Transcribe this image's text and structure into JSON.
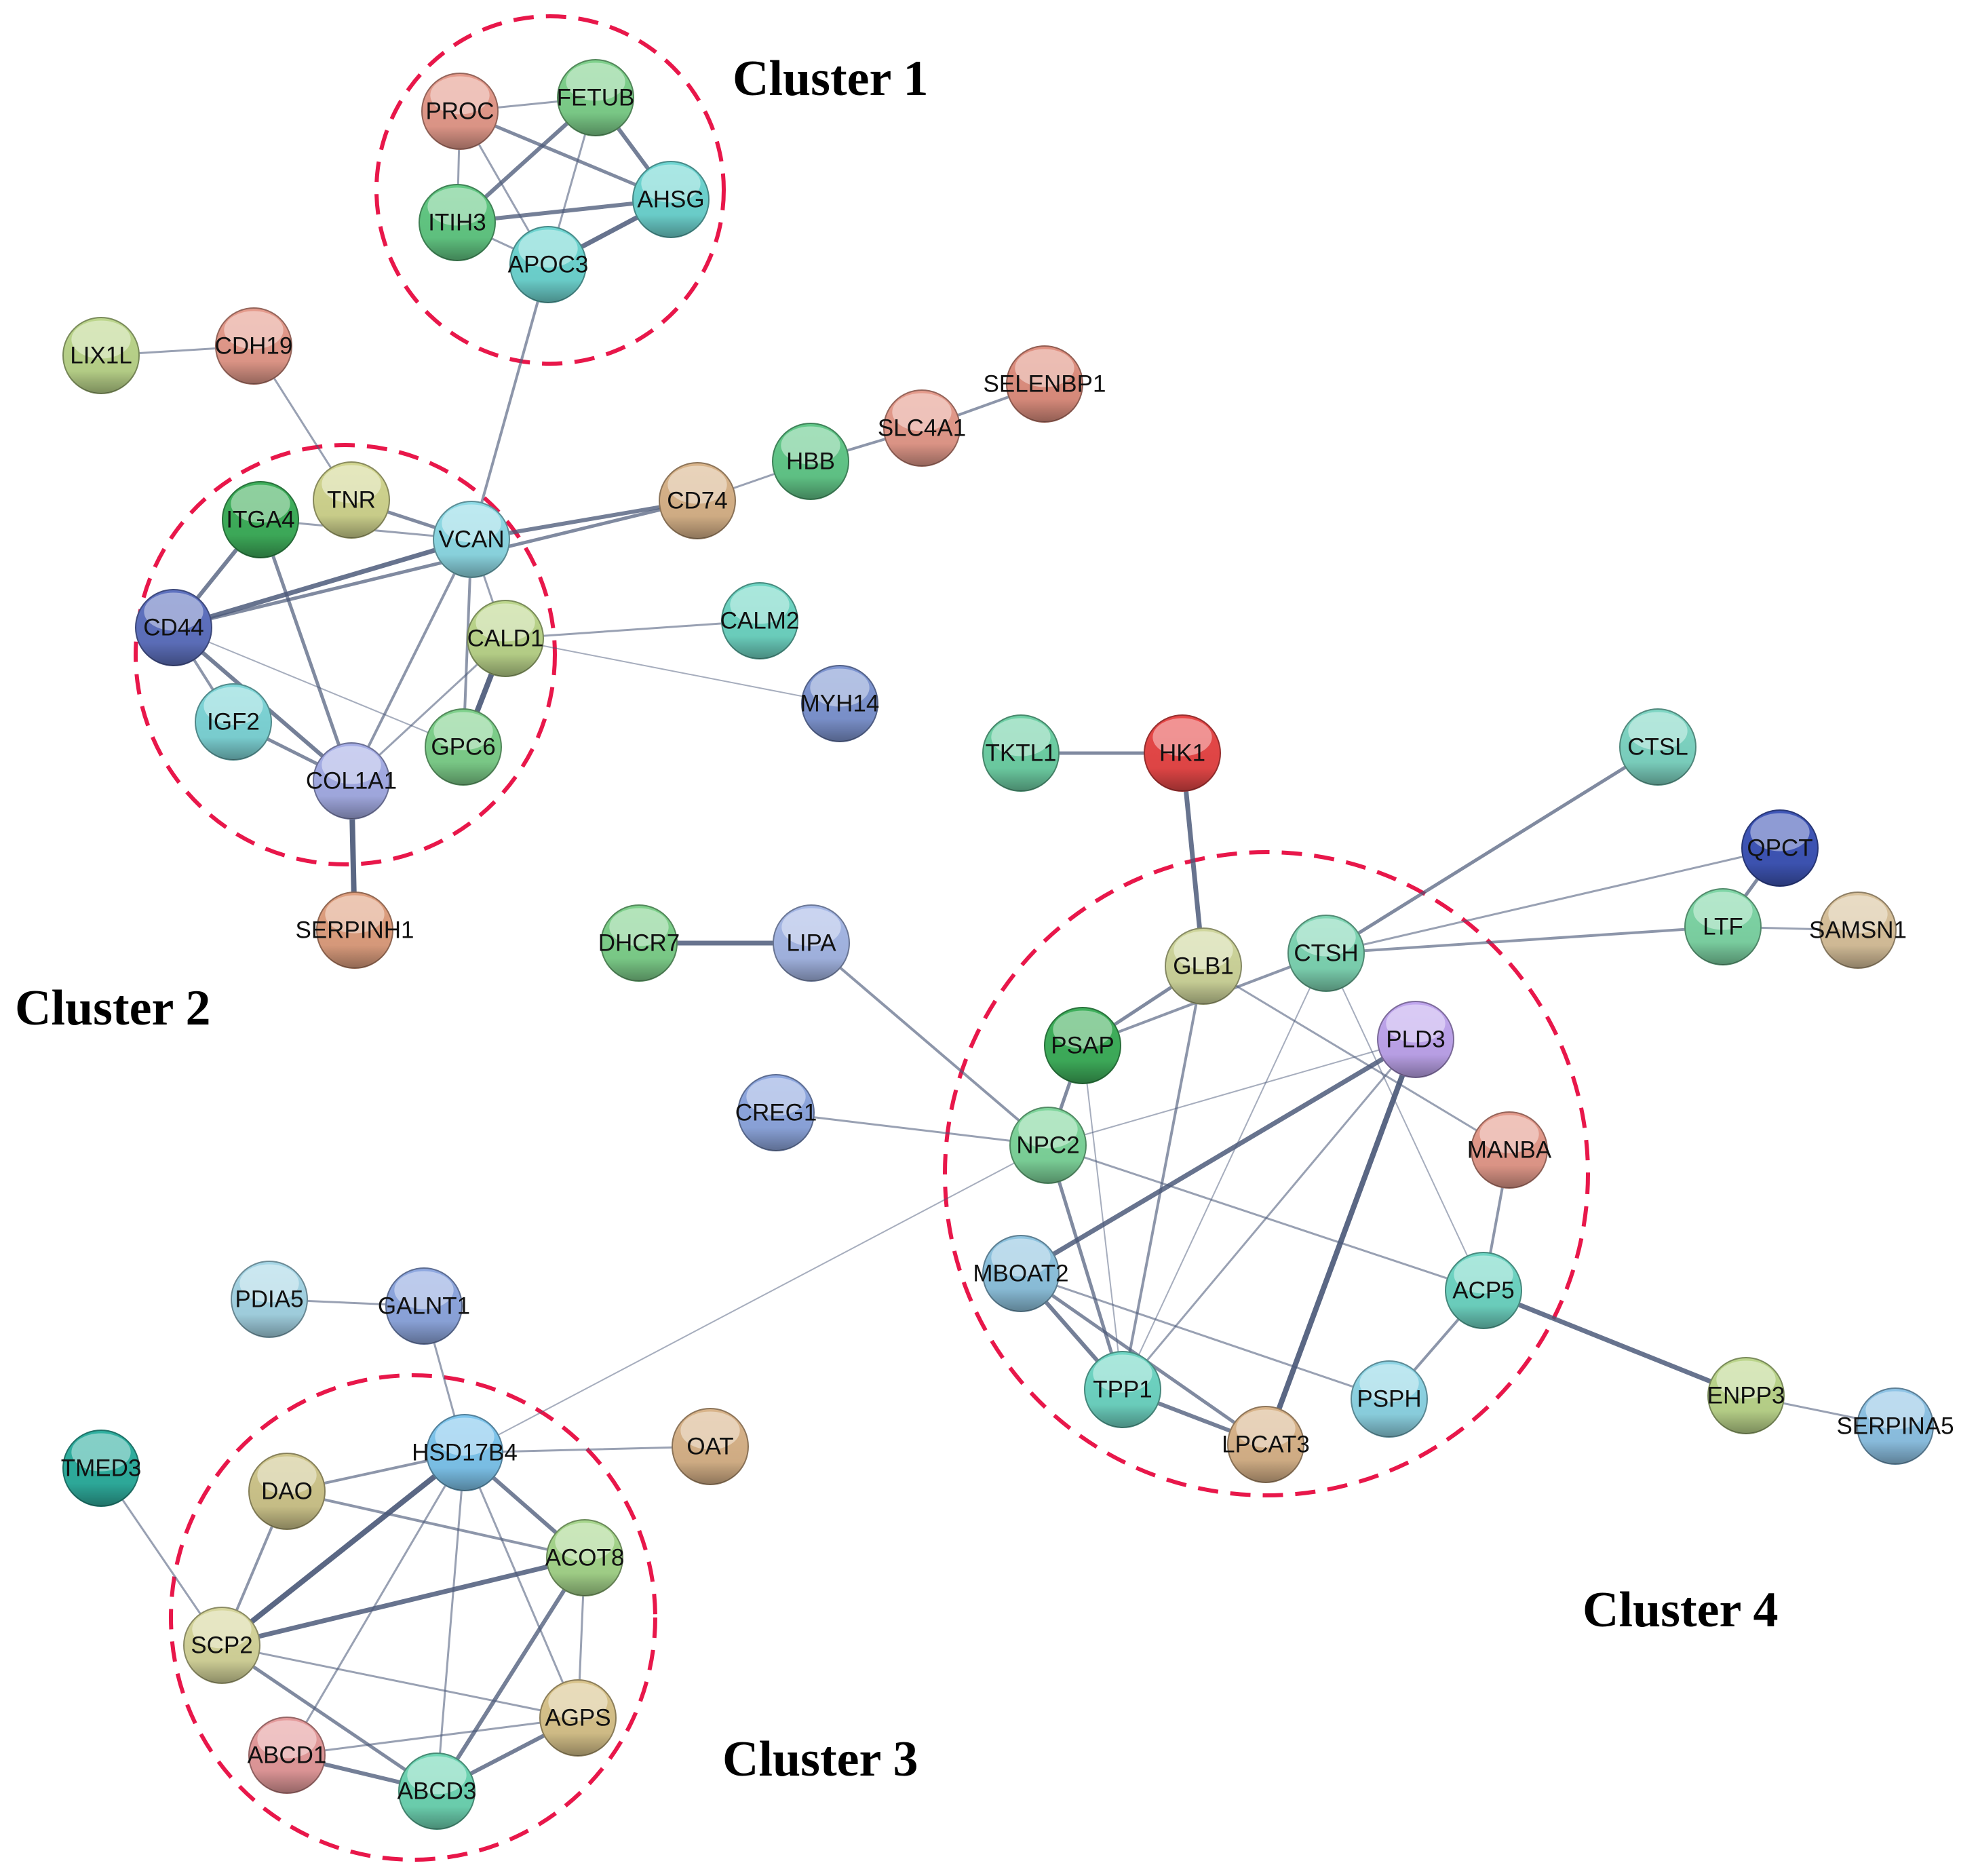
{
  "clusters": [
    {
      "id": "c1",
      "label": "Cluster 1"
    },
    {
      "id": "c2",
      "label": "Cluster 2"
    },
    {
      "id": "c3",
      "label": "Cluster 3"
    },
    {
      "id": "c4",
      "label": "Cluster 4"
    }
  ],
  "nodes": [
    {
      "id": "PROC",
      "label": "PROC",
      "color": "#e59b8c"
    },
    {
      "id": "FETUB",
      "label": "FETUB",
      "color": "#7fd18c"
    },
    {
      "id": "AHSG",
      "label": "AHSG",
      "color": "#6fd6d2"
    },
    {
      "id": "ITIH3",
      "label": "ITIH3",
      "color": "#63c984"
    },
    {
      "id": "APOC3",
      "label": "APOC3",
      "color": "#6fd6d2"
    },
    {
      "id": "LIX1L",
      "label": "LIX1L",
      "color": "#bcd68c"
    },
    {
      "id": "CDH19",
      "label": "CDH19",
      "color": "#e59b8c"
    },
    {
      "id": "SELENBP1",
      "label": "SELENBP1",
      "color": "#e09080"
    },
    {
      "id": "SLC4A1",
      "label": "SLC4A1",
      "color": "#e59b8c"
    },
    {
      "id": "HBB",
      "label": "HBB",
      "color": "#63c98a"
    },
    {
      "id": "CD74",
      "label": "CD74",
      "color": "#d9b48a"
    },
    {
      "id": "TNR",
      "label": "TNR",
      "color": "#d2d690"
    },
    {
      "id": "ITGA4",
      "label": "ITGA4",
      "color": "#3fb05c"
    },
    {
      "id": "VCAN",
      "label": "VCAN",
      "color": "#8fdbe6"
    },
    {
      "id": "CD44",
      "label": "CD44",
      "color": "#5f72c0"
    },
    {
      "id": "CALD1",
      "label": "CALD1",
      "color": "#bcd68c"
    },
    {
      "id": "CALM2",
      "label": "CALM2",
      "color": "#6fd6c4"
    },
    {
      "id": "MYH14",
      "label": "MYH14",
      "color": "#7f96d2"
    },
    {
      "id": "IGF2",
      "label": "IGF2",
      "color": "#7fd6d8"
    },
    {
      "id": "GPC6",
      "label": "GPC6",
      "color": "#7fd18c"
    },
    {
      "id": "COL1A1",
      "label": "COL1A1",
      "color": "#a6aee6"
    },
    {
      "id": "SERPINH1",
      "label": "SERPINH1",
      "color": "#e0a080"
    },
    {
      "id": "TKTL1",
      "label": "TKTL1",
      "color": "#6fd1a6"
    },
    {
      "id": "HK1",
      "label": "HK1",
      "color": "#e84848"
    },
    {
      "id": "CTSL",
      "label": "CTSL",
      "color": "#7fd6c4"
    },
    {
      "id": "QPCT",
      "label": "QPCT",
      "color": "#3f56b8"
    },
    {
      "id": "LTF",
      "label": "LTF",
      "color": "#7fd6a6"
    },
    {
      "id": "SAMSN1",
      "label": "SAMSN1",
      "color": "#d9c29c"
    },
    {
      "id": "DHCR7",
      "label": "DHCR7",
      "color": "#7fd18c"
    },
    {
      "id": "LIPA",
      "label": "LIPA",
      "color": "#a6b8e6"
    },
    {
      "id": "GLB1",
      "label": "GLB1",
      "color": "#cfd69c"
    },
    {
      "id": "CTSH",
      "label": "CTSH",
      "color": "#7fd6b4"
    },
    {
      "id": "PSAP",
      "label": "PSAP",
      "color": "#3fb05c"
    },
    {
      "id": "PLD3",
      "label": "PLD3",
      "color": "#c0a6ee"
    },
    {
      "id": "CREG1",
      "label": "CREG1",
      "color": "#8fa8e0"
    },
    {
      "id": "NPC2",
      "label": "NPC2",
      "color": "#7fd69c"
    },
    {
      "id": "MANBA",
      "label": "MANBA",
      "color": "#e59b8c"
    },
    {
      "id": "MBOAT2",
      "label": "MBOAT2",
      "color": "#8fc4e0"
    },
    {
      "id": "ACP5",
      "label": "ACP5",
      "color": "#6fd6c4"
    },
    {
      "id": "TPP1",
      "label": "TPP1",
      "color": "#6fd6c4"
    },
    {
      "id": "PSPH",
      "label": "PSPH",
      "color": "#8fd6e6"
    },
    {
      "id": "LPCAT3",
      "label": "LPCAT3",
      "color": "#d9b48a"
    },
    {
      "id": "ENPP3",
      "label": "ENPP3",
      "color": "#bcd68c"
    },
    {
      "id": "SERPINA5",
      "label": "SERPINA5",
      "color": "#8fc4e6"
    },
    {
      "id": "PDIA5",
      "label": "PDIA5",
      "color": "#a6d6e6"
    },
    {
      "id": "GALNT1",
      "label": "GALNT1",
      "color": "#8fa8e0"
    },
    {
      "id": "TMED3",
      "label": "TMED3",
      "color": "#2fb0a0"
    },
    {
      "id": "HSD17B4",
      "label": "HSD17B4",
      "color": "#7fc6ee"
    },
    {
      "id": "OAT",
      "label": "OAT",
      "color": "#d9b48a"
    },
    {
      "id": "DAO",
      "label": "DAO",
      "color": "#cfc68c"
    },
    {
      "id": "ACOT8",
      "label": "ACOT8",
      "color": "#a6d68c"
    },
    {
      "id": "SCP2",
      "label": "SCP2",
      "color": "#d6d69c"
    },
    {
      "id": "AGPS",
      "label": "AGPS",
      "color": "#d9c48c"
    },
    {
      "id": "ABCD1",
      "label": "ABCD1",
      "color": "#e59b9c"
    },
    {
      "id": "ABCD3",
      "label": "ABCD3",
      "color": "#6fd6b4"
    }
  ],
  "edges": [
    {
      "s": "PROC",
      "t": "FETUB",
      "w": 3
    },
    {
      "s": "PROC",
      "t": "AHSG",
      "w": 5
    },
    {
      "s": "PROC",
      "t": "ITIH3",
      "w": 3
    },
    {
      "s": "PROC",
      "t": "APOC3",
      "w": 3
    },
    {
      "s": "FETUB",
      "t": "AHSG",
      "w": 6
    },
    {
      "s": "FETUB",
      "t": "ITIH3",
      "w": 6
    },
    {
      "s": "FETUB",
      "t": "APOC3",
      "w": 3
    },
    {
      "s": "ITIH3",
      "t": "AHSG",
      "w": 6
    },
    {
      "s": "ITIH3",
      "t": "APOC3",
      "w": 3
    },
    {
      "s": "AHSG",
      "t": "APOC3",
      "w": 7
    },
    {
      "s": "APOC3",
      "t": "VCAN",
      "w": 4
    },
    {
      "s": "LIX1L",
      "t": "CDH19",
      "w": 3
    },
    {
      "s": "CDH19",
      "t": "TNR",
      "w": 3
    },
    {
      "s": "SELENBP1",
      "t": "SLC4A1",
      "w": 4
    },
    {
      "s": "SLC4A1",
      "t": "HBB",
      "w": 4
    },
    {
      "s": "HBB",
      "t": "CD74",
      "w": 3
    },
    {
      "s": "CD74",
      "t": "VCAN",
      "w": 6
    },
    {
      "s": "CD74",
      "t": "CD44",
      "w": 5
    },
    {
      "s": "TNR",
      "t": "VCAN",
      "w": 5
    },
    {
      "s": "ITGA4",
      "t": "CD44",
      "w": 6
    },
    {
      "s": "ITGA4",
      "t": "VCAN",
      "w": 3
    },
    {
      "s": "ITGA4",
      "t": "COL1A1",
      "w": 5
    },
    {
      "s": "CD44",
      "t": "VCAN",
      "w": 7
    },
    {
      "s": "CD44",
      "t": "IGF2",
      "w": 4
    },
    {
      "s": "CD44",
      "t": "COL1A1",
      "w": 6
    },
    {
      "s": "CD44",
      "t": "GPC6",
      "w": 2
    },
    {
      "s": "VCAN",
      "t": "CALD1",
      "w": 3
    },
    {
      "s": "VCAN",
      "t": "GPC6",
      "w": 4
    },
    {
      "s": "VCAN",
      "t": "COL1A1",
      "w": 4
    },
    {
      "s": "CALD1",
      "t": "GPC6",
      "w": 8
    },
    {
      "s": "CALD1",
      "t": "COL1A1",
      "w": 3
    },
    {
      "s": "CALD1",
      "t": "CALM2",
      "w": 3
    },
    {
      "s": "CALD1",
      "t": "MYH14",
      "w": 2
    },
    {
      "s": "IGF2",
      "t": "COL1A1",
      "w": 5
    },
    {
      "s": "COL1A1",
      "t": "SERPINH1",
      "w": 8
    },
    {
      "s": "TKTL1",
      "t": "HK1",
      "w": 5
    },
    {
      "s": "HK1",
      "t": "GLB1",
      "w": 7
    },
    {
      "s": "CTSH",
      "t": "CTSL",
      "w": 5
    },
    {
      "s": "CTSH",
      "t": "QPCT",
      "w": 3
    },
    {
      "s": "CTSH",
      "t": "LTF",
      "w": 4
    },
    {
      "s": "QPCT",
      "t": "LTF",
      "w": 5
    },
    {
      "s": "LTF",
      "t": "SAMSN1",
      "w": 3
    },
    {
      "s": "DHCR7",
      "t": "LIPA",
      "w": 7
    },
    {
      "s": "LIPA",
      "t": "NPC2",
      "w": 4
    },
    {
      "s": "CREG1",
      "t": "NPC2",
      "w": 3
    },
    {
      "s": "GLB1",
      "t": "PSAP",
      "w": 5
    },
    {
      "s": "GLB1",
      "t": "MANBA",
      "w": 3
    },
    {
      "s": "GLB1",
      "t": "TPP1",
      "w": 4
    },
    {
      "s": "CTSH",
      "t": "PSAP",
      "w": 4
    },
    {
      "s": "CTSH",
      "t": "TPP1",
      "w": 2
    },
    {
      "s": "CTSH",
      "t": "ACP5",
      "w": 2
    },
    {
      "s": "PSAP",
      "t": "NPC2",
      "w": 5
    },
    {
      "s": "PSAP",
      "t": "TPP1",
      "w": 2
    },
    {
      "s": "PLD3",
      "t": "NPC2",
      "w": 2
    },
    {
      "s": "PLD3",
      "t": "MBOAT2",
      "w": 7
    },
    {
      "s": "PLD3",
      "t": "LPCAT3",
      "w": 8
    },
    {
      "s": "PLD3",
      "t": "TPP1",
      "w": 3
    },
    {
      "s": "NPC2",
      "t": "TPP1",
      "w": 5
    },
    {
      "s": "NPC2",
      "t": "ACP5",
      "w": 3
    },
    {
      "s": "NPC2",
      "t": "HSD17B4",
      "w": 2
    },
    {
      "s": "MANBA",
      "t": "ACP5",
      "w": 4
    },
    {
      "s": "MBOAT2",
      "t": "TPP1",
      "w": 6
    },
    {
      "s": "MBOAT2",
      "t": "LPCAT3",
      "w": 5
    },
    {
      "s": "MBOAT2",
      "t": "PSPH",
      "w": 3
    },
    {
      "s": "ACP5",
      "t": "PSPH",
      "w": 4
    },
    {
      "s": "ACP5",
      "t": "ENPP3",
      "w": 7
    },
    {
      "s": "TPP1",
      "t": "LPCAT3",
      "w": 6
    },
    {
      "s": "ENPP3",
      "t": "SERPINA5",
      "w": 3
    },
    {
      "s": "PDIA5",
      "t": "GALNT1",
      "w": 3
    },
    {
      "s": "GALNT1",
      "t": "HSD17B4",
      "w": 3
    },
    {
      "s": "TMED3",
      "t": "SCP2",
      "w": 3
    },
    {
      "s": "HSD17B4",
      "t": "OAT",
      "w": 3
    },
    {
      "s": "HSD17B4",
      "t": "DAO",
      "w": 4
    },
    {
      "s": "HSD17B4",
      "t": "ACOT8",
      "w": 6
    },
    {
      "s": "HSD17B4",
      "t": "SCP2",
      "w": 8
    },
    {
      "s": "HSD17B4",
      "t": "AGPS",
      "w": 3
    },
    {
      "s": "HSD17B4",
      "t": "ABCD1",
      "w": 3
    },
    {
      "s": "HSD17B4",
      "t": "ABCD3",
      "w": 3
    },
    {
      "s": "DAO",
      "t": "SCP2",
      "w": 4
    },
    {
      "s": "DAO",
      "t": "ACOT8",
      "w": 4
    },
    {
      "s": "SCP2",
      "t": "ACOT8",
      "w": 7
    },
    {
      "s": "SCP2",
      "t": "AGPS",
      "w": 3
    },
    {
      "s": "SCP2",
      "t": "ABCD3",
      "w": 5
    },
    {
      "s": "ACOT8",
      "t": "ABCD3",
      "w": 6
    },
    {
      "s": "ACOT8",
      "t": "AGPS",
      "w": 3
    },
    {
      "s": "AGPS",
      "t": "ABCD1",
      "w": 3
    },
    {
      "s": "AGPS",
      "t": "ABCD3",
      "w": 6
    },
    {
      "s": "ABCD1",
      "t": "ABCD3",
      "w": 6
    }
  ]
}
